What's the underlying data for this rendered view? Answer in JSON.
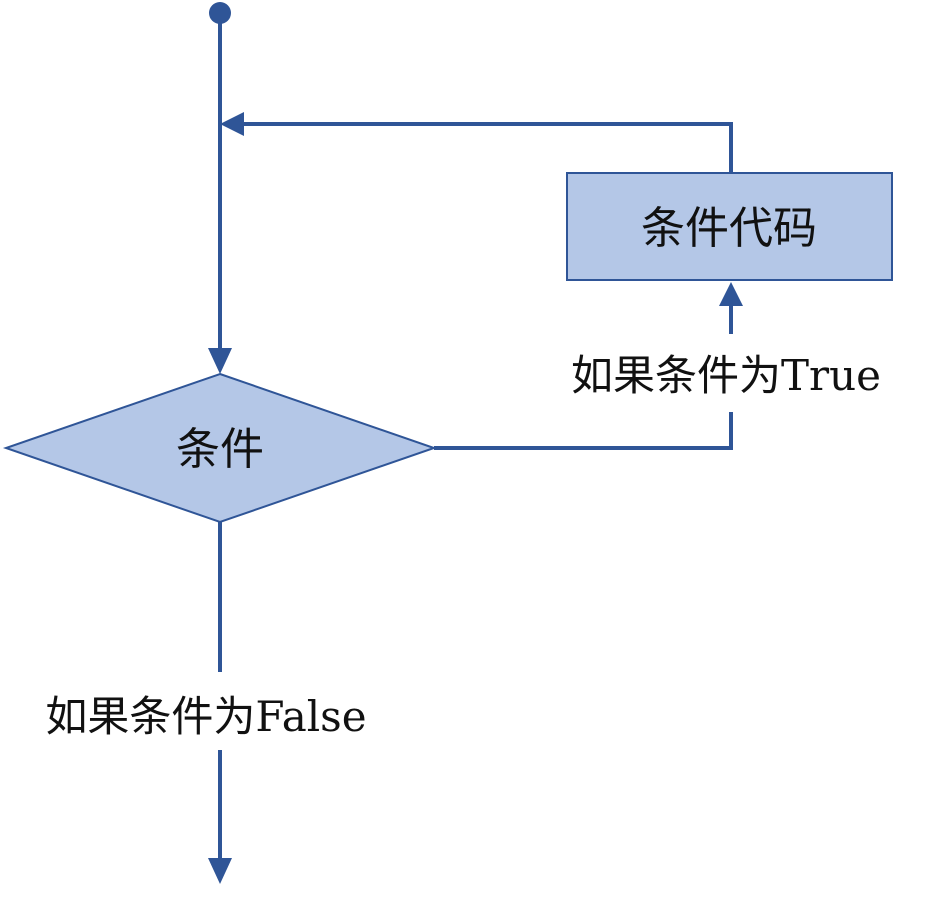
{
  "nodes": {
    "condition": {
      "label": "条件"
    },
    "body": {
      "label": "条件代码"
    }
  },
  "edges": {
    "true_label": "如果条件为True",
    "false_label": "如果条件为False"
  },
  "colors": {
    "line": "#2f5597",
    "fill": "#b4c7e7",
    "border": "#2f5597",
    "text": "#111111"
  }
}
